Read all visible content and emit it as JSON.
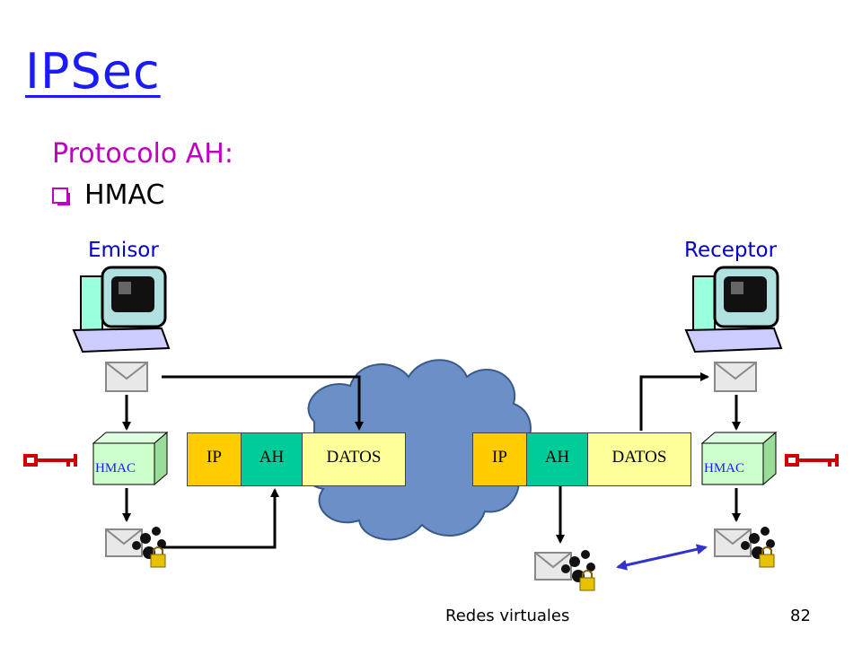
{
  "title": "IPSec",
  "subtitle": "Protocolo AH:",
  "bullet": "HMAC",
  "sender_label": "Emisor",
  "receiver_label": "Receptor",
  "hmac_box": "HMAC",
  "packet_fields": {
    "ip": "IP",
    "ah": "AH",
    "datos": "DATOS"
  },
  "footer": {
    "left": "Redes virtuales",
    "page": "82"
  },
  "colors": {
    "title": "#1a1aff",
    "subtitle": "#c000c0",
    "cloud": "#6b8fc7",
    "key": "#cc0000",
    "ip": "#ffcc00",
    "ah": "#00cc99",
    "datos": "#ffff99",
    "hmac_box": "#ccffcc",
    "compare_arrow": "#3333cc"
  }
}
